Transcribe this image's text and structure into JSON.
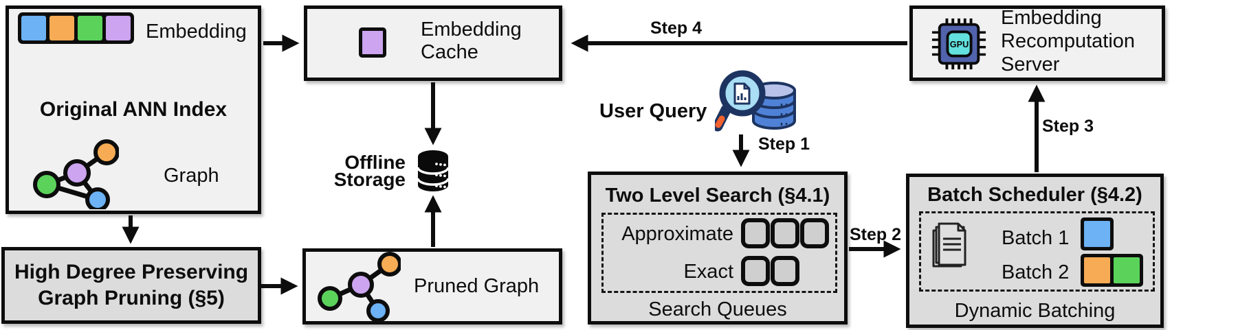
{
  "colors": {
    "box_light": "#f1f1f1",
    "box_dark": "#dcdcdc",
    "queue_fill": "#cfcfcf",
    "blue": "#6cb2f5",
    "orange": "#f6ab54",
    "green": "#5bd35b",
    "purple": "#cca4ef",
    "navy": "#1d3461",
    "db_blue": "#4f82d6",
    "db_top": "#b9c3ea",
    "lens_blue": "#a9def4",
    "handle_orange": "#f2612e",
    "chip_body": "#5163ac",
    "chip_core": "#62e1de"
  },
  "boxes": {
    "original_index": {
      "title": "Original ANN Index",
      "embedding_label": "Embedding",
      "graph_label": "Graph"
    },
    "embedding_cache": {
      "line1": "Embedding",
      "line2": "Cache"
    },
    "offline_storage": {
      "line1": "Offline",
      "line2": "Storage"
    },
    "graph_pruning": {
      "line1": "High Degree Preserving",
      "line2": "Graph Pruning (§5)"
    },
    "pruned_graph": {
      "label": "Pruned Graph"
    },
    "two_level_search": {
      "title": "Two Level Search (§4.1)",
      "approximate_label": "Approximate",
      "exact_label": "Exact",
      "footer": "Search Queues"
    },
    "batch_scheduler": {
      "title": "Batch Scheduler (§4.2)",
      "batch1_label": "Batch 1",
      "batch2_label": "Batch 2",
      "footer": "Dynamic Batching"
    },
    "recomputation_server": {
      "line1": "Embedding",
      "line2": "Recomputation",
      "line3": "Server",
      "gpu_label": "GPU"
    }
  },
  "annotations": {
    "user_query": "User Query",
    "step1": "Step 1",
    "step2": "Step 2",
    "step3": "Step 3",
    "step4": "Step 4"
  }
}
